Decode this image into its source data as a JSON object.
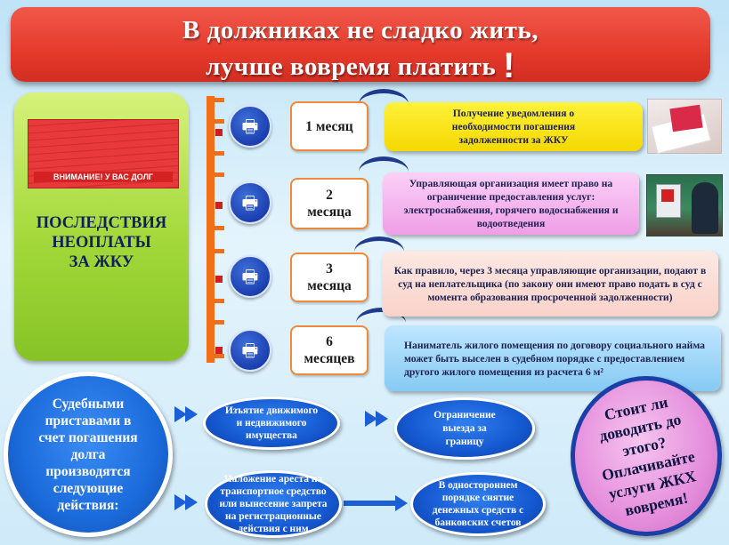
{
  "banner": {
    "line1": "В должниках не сладко жить,",
    "line2": "лучше вовремя платить",
    "exclaim": "!"
  },
  "left_panel": {
    "photo_caption": "ВНИМАНИЕ! У ВАС ДОЛГ",
    "title_line1": "ПОСЛЕДСТВИЯ",
    "title_line2": "НЕОПЛАТЫ",
    "title_line3": "ЗА ЖКУ"
  },
  "timeline": [
    {
      "month_line1": "1 месяц",
      "month_line2": "",
      "icon": "printer-icon",
      "text": "Получение уведомления о необходимости погашения задолженности за ЖКУ"
    },
    {
      "month_line1": "2",
      "month_line2": "месяца",
      "icon": "printer-icon",
      "text": "Управляющая организация имеет право на ограничение предоставления услуг: электроснабжения, горячего водоснабжения и водоотведения"
    },
    {
      "month_line1": "3",
      "month_line2": "месяца",
      "icon": "printer-icon",
      "text": "Как правило, через 3 месяца управляющие организации, подают в суд на неплательщика (по закону они имеют право подать в суд с момента образования просроченной задолженности)"
    },
    {
      "month_line1": "6",
      "month_line2": "месяцев",
      "icon": "printer-icon",
      "text": "Наниматель жилого помещения по договору социального найма может быть выселен в судебном порядке с предоставлением другого жилого помещения из расчета 6 м²"
    }
  ],
  "bailiff": {
    "text": "Судебными приставами в счет погашения долга производятся следующие действия:"
  },
  "actions": {
    "seizure": "Изъятие движимого и недвижимого имущества",
    "travel_ban": "Ограничение выезда за границу",
    "arrest": "Наложение ареста на транспортное средство или вынесение запрета на регистрационные действия с ним",
    "bank_withdraw": "В одностороннем порядке снятие денежных средств с банковских счетов"
  },
  "callout": {
    "text": "Стоит ли доводить до этого? Оплачивайте услуги ЖКХ вовремя!"
  },
  "colors": {
    "banner": "#e53a2c",
    "green_panel": "#a3d83a",
    "timeline": "#f26f1a",
    "blue": "#1558d0",
    "pink": "#e58fdc"
  }
}
